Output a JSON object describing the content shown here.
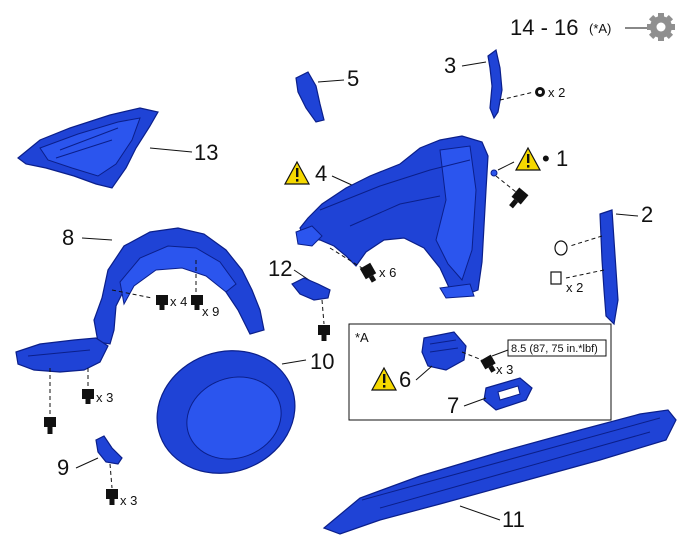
{
  "header": {
    "range_label": "14 - 16",
    "ref_label": "(*A)",
    "icon": "gear-icon"
  },
  "parts": {
    "p1": "1",
    "p1_marker": "•",
    "p2": "2",
    "p3": "3",
    "p4": "4",
    "p5": "5",
    "p6": "6",
    "p7": "7",
    "p8": "8",
    "p9": "9",
    "p10": "10",
    "p11": "11",
    "p12": "12",
    "p13": "13"
  },
  "quantities": {
    "q3": "x 2",
    "q2": "x 2",
    "q4": "x 6",
    "q8a": "x 4",
    "q8b": "x 9",
    "q8c": "x 3",
    "q9": "x 3",
    "q6": "x 3"
  },
  "inset": {
    "label": "*A",
    "torque": "8.5 (87, 75 in.*lbf)"
  },
  "colors": {
    "part_blue": "#1f43d6",
    "warning_yellow": "#f5d800"
  }
}
